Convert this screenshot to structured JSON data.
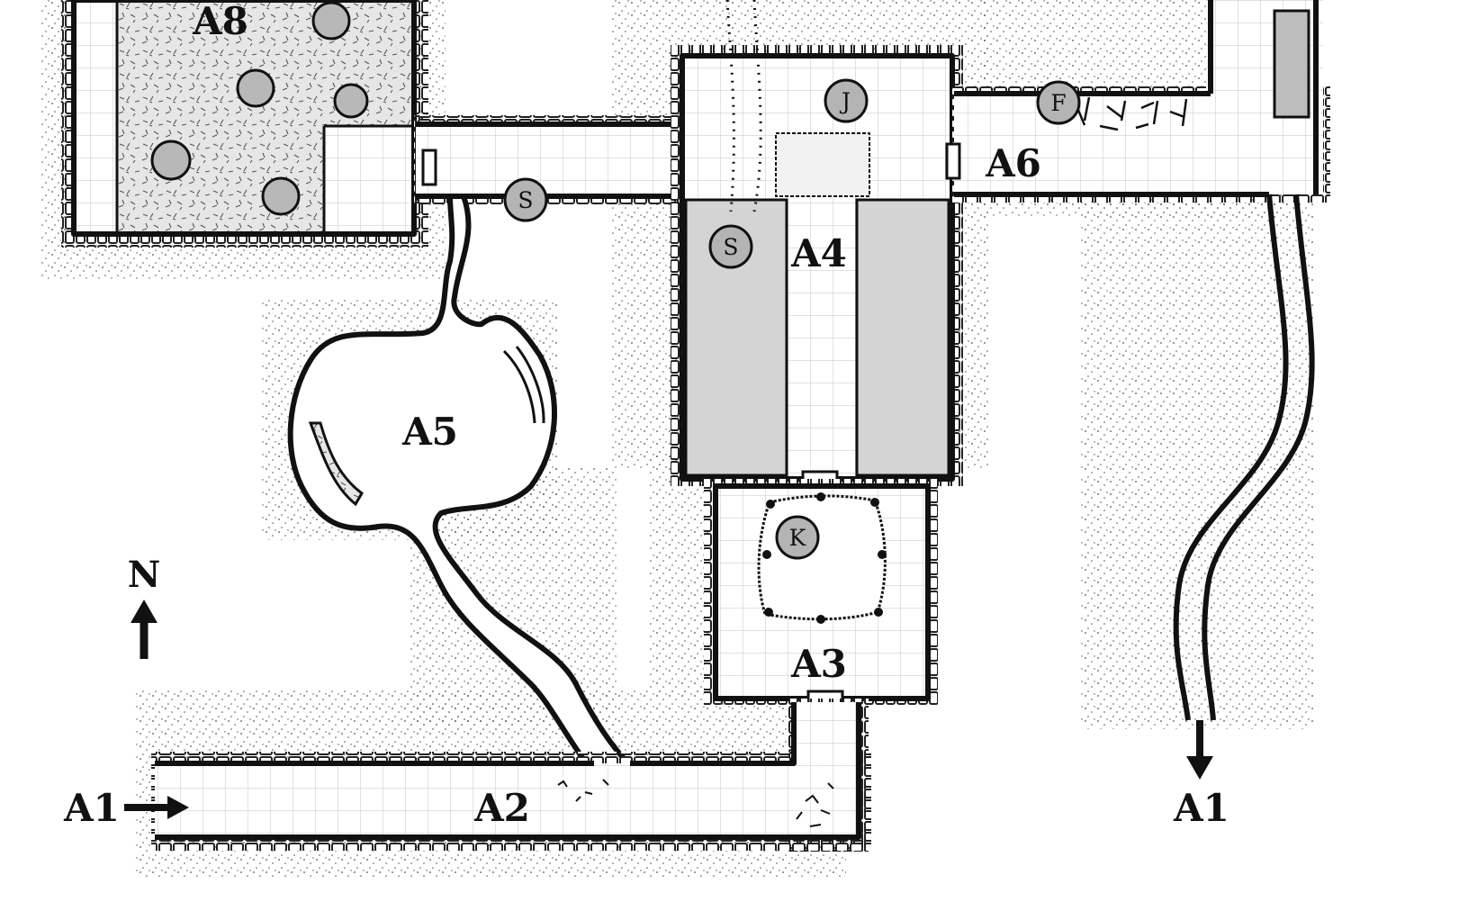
{
  "map": {
    "labels": {
      "a1_west": "A1",
      "a1_east": "A1",
      "a2": "A2",
      "a3": "A3",
      "a4": "A4",
      "a5": "A5",
      "a6": "A6",
      "a8": "A8"
    },
    "markers": {
      "s_west": "S",
      "s_east": "S",
      "j": "J",
      "f": "F",
      "k": "K"
    },
    "compass": {
      "letter": "N"
    },
    "colors": {
      "ink": "#111111",
      "floor": "#ffffff",
      "grid": "#cfcfcf",
      "marker_fill": "#b4b4b4",
      "pit_fill": "#d6d6d6"
    }
  }
}
